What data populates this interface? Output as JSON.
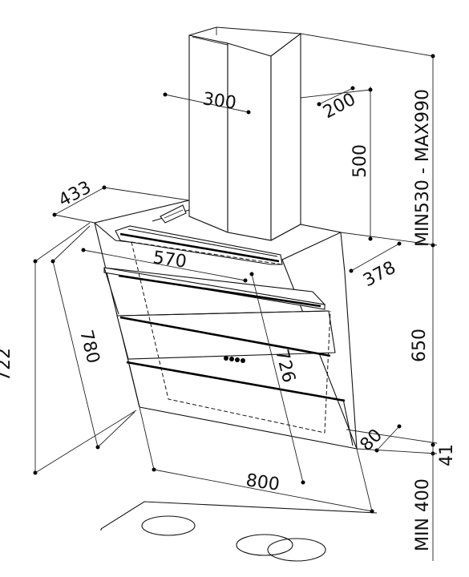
{
  "dimensions": {
    "chimney_width": "300",
    "chimney_depth": "200",
    "chimney_height": "500",
    "total_height_range": "MIN530 - MAX990",
    "top_depth": "433",
    "canopy_width_top": "570",
    "canopy_depth": "378",
    "left_height": "722",
    "glass_slant_left": "780",
    "glass_slant_inner": "726",
    "body_height": "650",
    "bottom_depth": "80",
    "bottom_thickness": "41",
    "overall_width": "800",
    "min_clearance": "MIN 400"
  },
  "colors": {
    "line": "#111111",
    "background": "#ffffff"
  }
}
